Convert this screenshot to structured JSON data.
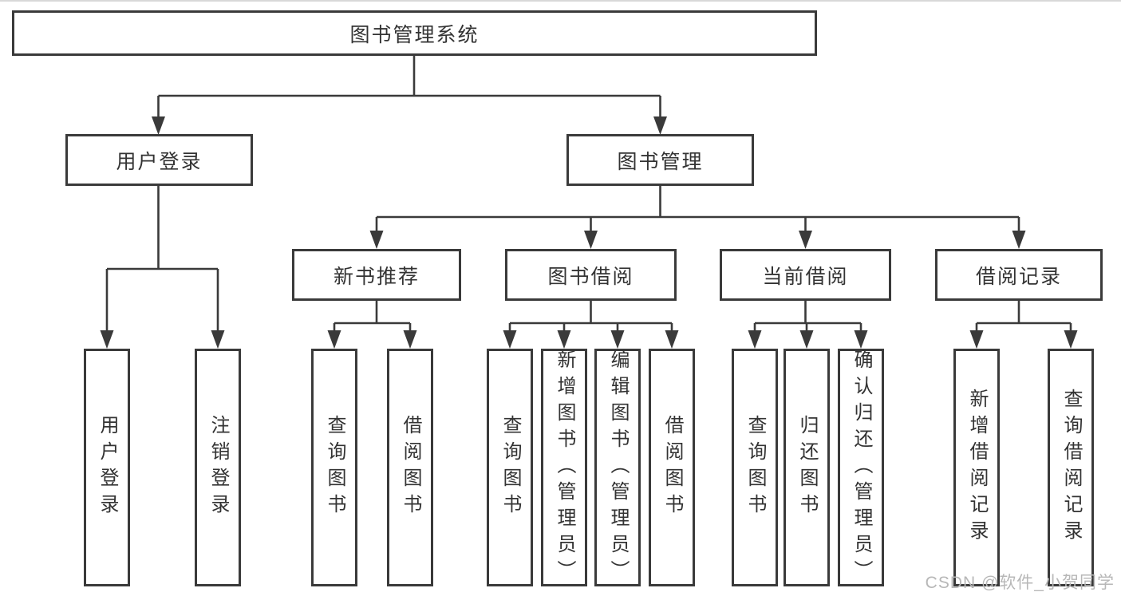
{
  "diagram": {
    "type": "tree",
    "root": {
      "label": "图书管理系统"
    },
    "branches": [
      {
        "label": "用户登录",
        "children": [
          {
            "label": "用户登录"
          },
          {
            "label": "注销登录"
          }
        ]
      },
      {
        "label": "图书管理",
        "children": [
          {
            "label": "新书推荐",
            "children": [
              {
                "label": "查询图书"
              },
              {
                "label": "借阅图书"
              }
            ]
          },
          {
            "label": "图书借阅",
            "children": [
              {
                "label": "查询图书"
              },
              {
                "label": "新增图书（管理员）"
              },
              {
                "label": "编辑图书（管理员）"
              },
              {
                "label": "借阅图书"
              }
            ]
          },
          {
            "label": "当前借阅",
            "children": [
              {
                "label": "查询图书"
              },
              {
                "label": "归还图书"
              },
              {
                "label": "确认归还（管理员）"
              }
            ]
          },
          {
            "label": "借阅记录",
            "children": [
              {
                "label": "新增借阅记录"
              },
              {
                "label": "查询借阅记录"
              }
            ]
          }
        ]
      }
    ]
  },
  "watermark": {
    "text": "CSDN @软件_小贺同学"
  },
  "colors": {
    "line": "#3a3a3a",
    "box_border": "#3a3a3a",
    "box_fill": "#ffffff",
    "text": "#333333",
    "background": "#ffffff",
    "watermark": "#b7b7b7"
  }
}
